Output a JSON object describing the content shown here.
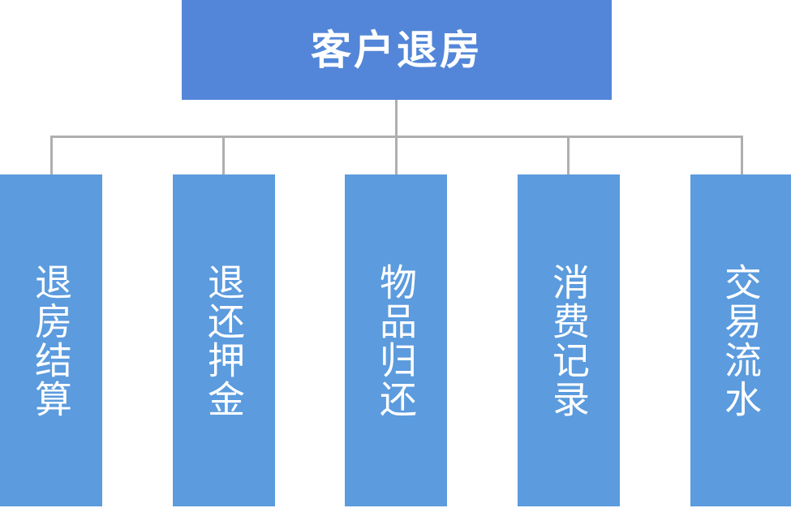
{
  "diagram": {
    "type": "org-chart",
    "orientation": "top-down",
    "colors": {
      "root_fill": "#5386d8",
      "child_fill": "#5b9bde",
      "connector": "#afafaf",
      "text": "#ffffff",
      "background": "#ffffff"
    },
    "root": {
      "label": "客户退房"
    },
    "children": [
      {
        "label": "退房结算"
      },
      {
        "label": "退还押金"
      },
      {
        "label": "物品归还"
      },
      {
        "label": "消费记录"
      },
      {
        "label": "交易流水"
      }
    ]
  }
}
